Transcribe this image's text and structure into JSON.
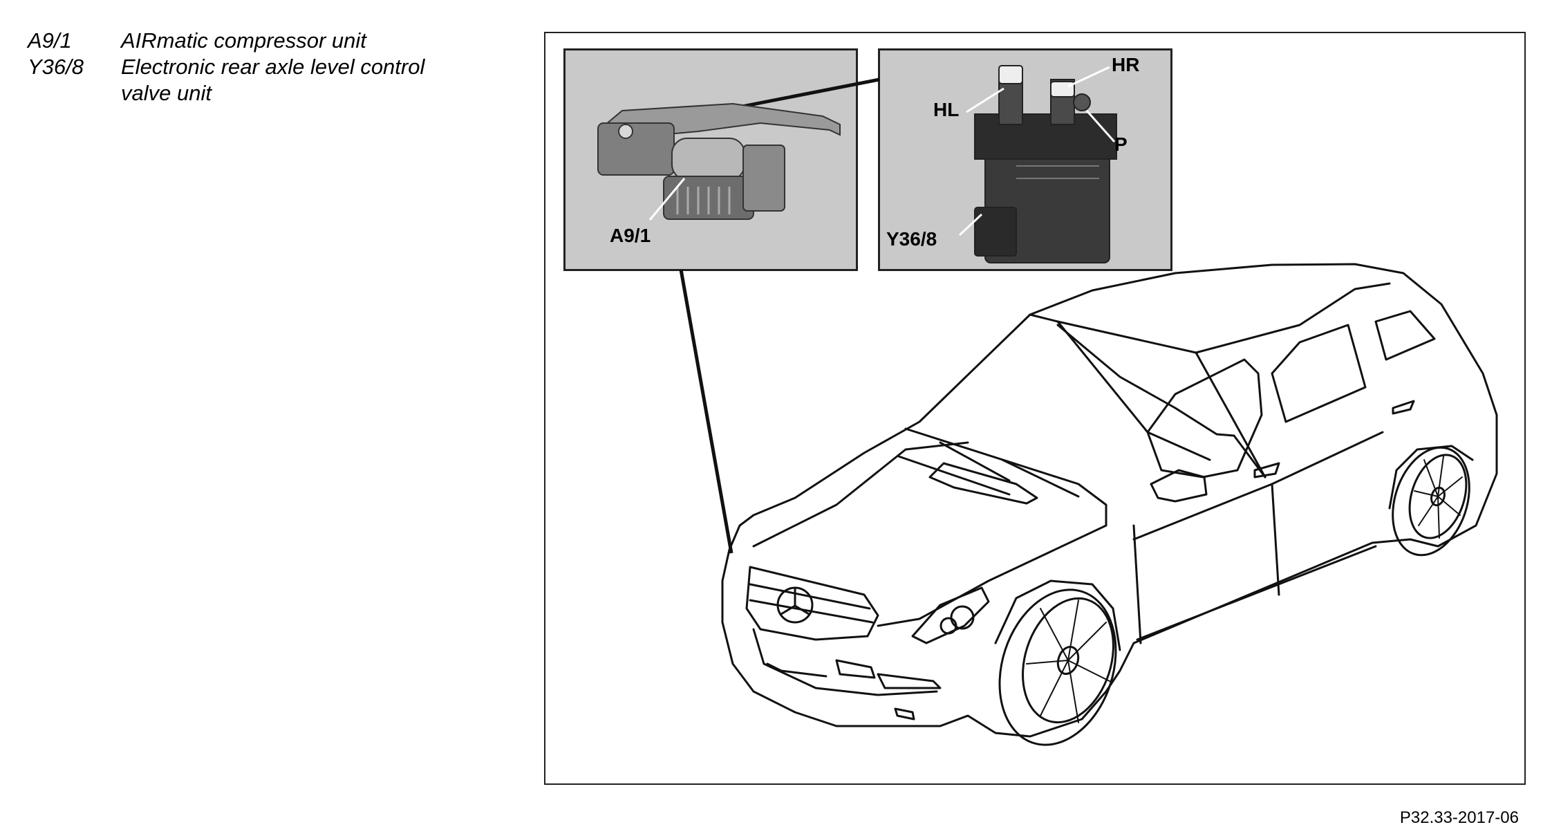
{
  "legend": [
    {
      "code": "A9/1",
      "text": "AIRmatic compressor unit"
    },
    {
      "code": "Y36/8",
      "text": "Electronic rear axle level control valve unit"
    }
  ],
  "callouts": {
    "compressor": "A9/1",
    "valve_unit": "Y36/8",
    "port_hl": "HL",
    "port_hr": "HR",
    "port_p": "P"
  },
  "figure_ref": "P32.33-2017-06",
  "colors": {
    "inset_bg": "#c9c9c9",
    "line": "#111111"
  }
}
